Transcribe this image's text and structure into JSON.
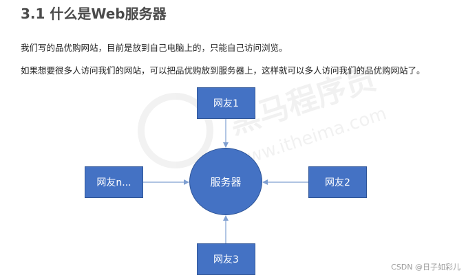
{
  "heading": "3.1 什么是Web服务器",
  "paragraphs": [
    "我们写的品优购网站，目前是放到自己电脑上的，只能自己访问浏览。",
    "如果想要很多人访问我们的网站，可以把品优购放到服务器上，这样就可以多人访问我们的品优购网站了。"
  ],
  "diagram": {
    "server_label": "服务器",
    "clients": {
      "top": "网友1",
      "right": "网友2",
      "bottom": "网友3",
      "left": "网友n..."
    }
  },
  "watermark_text": "黑马程序员 www.itheima.com",
  "credit": "CSDN @日子如彩儿",
  "colors": {
    "node_fill": "#4472c4",
    "node_border": "#2f5597",
    "arrow": "#7f9fd1"
  }
}
